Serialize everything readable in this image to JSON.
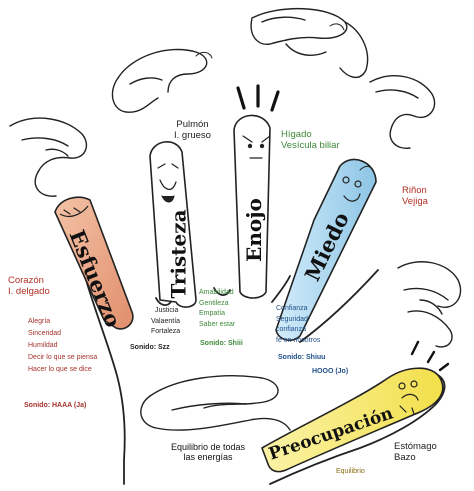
{
  "fingers": {
    "thumb": {
      "emotion": "Preocupación",
      "organs": [
        "Estómago",
        "Bazo"
      ],
      "extra": "Equilibrio"
    },
    "index": {
      "emotion": "Miedo",
      "organs": [
        "Riñon",
        "Vejiga"
      ],
      "qualities": [
        "Confianza",
        "Seguridad",
        "confianza",
        "fé en nosotros"
      ],
      "sound": "Sonido: Shiuu",
      "sound_extra": "HOOO (Jo)"
    },
    "middle": {
      "emotion": "Enojo",
      "organs": [
        "Hígado",
        "Vesícula biliar"
      ],
      "qualities": [
        "Amabilidad",
        "Gentileza",
        "Empatía",
        "Saber estar"
      ],
      "sound": "Sonido: Shiii"
    },
    "ring": {
      "emotion": "Tristeza",
      "organs": [
        "Pulmón",
        "I. grueso"
      ],
      "qualities": [
        "Justicia",
        "Valaentía",
        "Fortaleza"
      ],
      "sound": "Sonido: Szz"
    },
    "little": {
      "emotion": "Esfuerzo",
      "organs": [
        "Corazón",
        "I. delgado"
      ],
      "qualities": [
        "Alegría",
        "Sinceridad",
        "Humildad",
        "Decir lo que se piensa",
        "Hacer lo que se dice"
      ],
      "sound": "Sonido: HAAA (Ja)"
    }
  },
  "palm": {
    "balance_lines": [
      "Equilibrio de todas",
      "las energías"
    ]
  },
  "colors": {
    "little": "#e9a07f",
    "middle": "#ffffff",
    "index": "#a7d3ec",
    "thumb": "#f6ea6d",
    "red_text": "#b03024",
    "green_text": "#3e8a3a"
  }
}
